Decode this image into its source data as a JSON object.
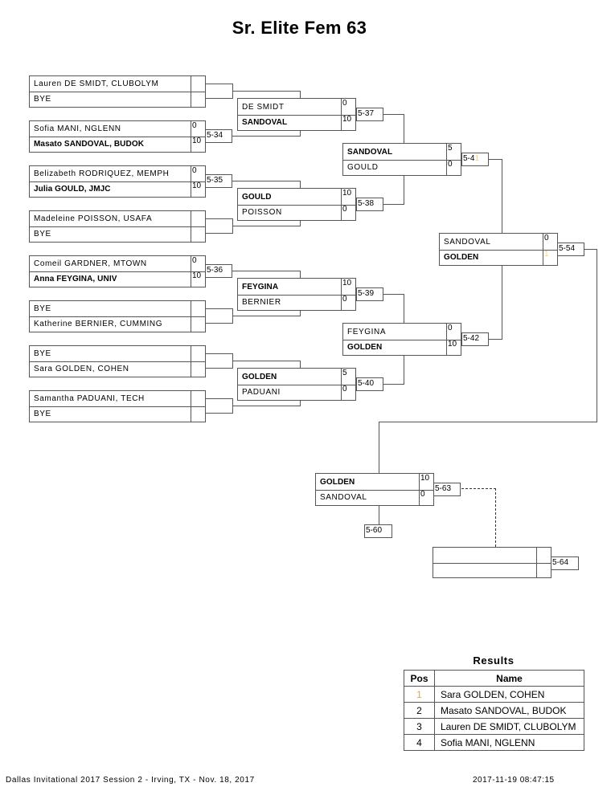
{
  "title": "Sr. Elite Fem 63",
  "round1": [
    {
      "top": {
        "name": "Lauren DE SMIDT, CLUBOLYM",
        "score": "",
        "winner": false
      },
      "bottom": {
        "name": "BYE",
        "score": "",
        "winner": false
      },
      "match": ""
    },
    {
      "top": {
        "name": "Sofia MANI, NGLENN",
        "score": "0",
        "winner": false
      },
      "bottom": {
        "name": "Masato SANDOVAL, BUDOK",
        "score": "10",
        "winner": true
      },
      "match": "5-34"
    },
    {
      "top": {
        "name": "Belizabeth RODRIQUEZ, MEMPH",
        "score": "0",
        "winner": false
      },
      "bottom": {
        "name": "Julia GOULD, JMJC",
        "score": "10",
        "winner": true
      },
      "match": "5-35"
    },
    {
      "top": {
        "name": "Madeleine POISSON, USAFA",
        "score": "",
        "winner": false
      },
      "bottom": {
        "name": "BYE",
        "score": "",
        "winner": false
      },
      "match": ""
    },
    {
      "top": {
        "name": "Comeil GARDNER, MTOWN",
        "score": "0",
        "winner": false
      },
      "bottom": {
        "name": "Anna FEYGINA, UNIV",
        "score": "10",
        "winner": true
      },
      "match": "5-36"
    },
    {
      "top": {
        "name": "BYE",
        "score": "",
        "winner": false
      },
      "bottom": {
        "name": "Katherine BERNIER, CUMMING",
        "score": "",
        "winner": false
      },
      "match": ""
    },
    {
      "top": {
        "name": "BYE",
        "score": "",
        "winner": false
      },
      "bottom": {
        "name": "Sara GOLDEN, COHEN",
        "score": "",
        "winner": false
      },
      "match": ""
    },
    {
      "top": {
        "name": "Samantha PADUANI, TECH",
        "score": "",
        "winner": false
      },
      "bottom": {
        "name": "BYE",
        "score": "",
        "winner": false
      },
      "match": ""
    }
  ],
  "round2": [
    {
      "top": {
        "name": "DE SMIDT",
        "score": "0",
        "winner": false
      },
      "bottom": {
        "name": "SANDOVAL",
        "score": "10",
        "winner": true
      },
      "match": "5-37"
    },
    {
      "top": {
        "name": "GOULD",
        "score": "10",
        "winner": true
      },
      "bottom": {
        "name": "POISSON",
        "score": "0",
        "winner": false
      },
      "match": "5-38"
    },
    {
      "top": {
        "name": "FEYGINA",
        "score": "10",
        "winner": true
      },
      "bottom": {
        "name": "BERNIER",
        "score": "0",
        "winner": false
      },
      "match": "5-39"
    },
    {
      "top": {
        "name": "GOLDEN",
        "score": "5",
        "winner": true
      },
      "bottom": {
        "name": "PADUANI",
        "score": "0",
        "winner": false
      },
      "match": "5-40"
    }
  ],
  "round3": [
    {
      "top": {
        "name": "SANDOVAL",
        "score": "5",
        "winner": true
      },
      "bottom": {
        "name": "GOULD",
        "score": "0",
        "winner": false
      },
      "match": "5-4",
      "match_suffix": "1"
    },
    {
      "top": {
        "name": "FEYGINA",
        "score": "0",
        "winner": false
      },
      "bottom": {
        "name": "GOLDEN",
        "score": "10",
        "winner": true
      },
      "match": "5-42",
      "match_suffix": ""
    }
  ],
  "final": {
    "top": {
      "name": "SANDOVAL",
      "score": "0",
      "winner": false
    },
    "bottom": {
      "name": "GOLDEN",
      "score": "1",
      "winner": true
    },
    "match": "5-54"
  },
  "repechage": {
    "top": {
      "name": "GOLDEN",
      "score": "10",
      "winner": true
    },
    "bottom": {
      "name": "SANDOVAL",
      "score": "0",
      "winner": false
    },
    "match": "5-63",
    "loser_to": "5-60"
  },
  "last": {
    "top": {
      "name": "",
      "score": ""
    },
    "bottom": {
      "name": "",
      "score": ""
    },
    "match": "5-64"
  },
  "results": {
    "title": "Results",
    "headers": [
      "Pos",
      "Name"
    ],
    "rows": [
      {
        "pos": "1",
        "name": "Sara GOLDEN, COHEN"
      },
      {
        "pos": "2",
        "name": "Masato SANDOVAL, BUDOK"
      },
      {
        "pos": "3",
        "name": "Lauren DE SMIDT, CLUBOLYM"
      },
      {
        "pos": "4",
        "name": "Sofia MANI, NGLENN"
      }
    ]
  },
  "footer": {
    "left": "Dallas Invitational 2017 Session 2 - Irving, TX - Nov. 18, 2017",
    "right": "2017-11-19 08:47:15"
  }
}
